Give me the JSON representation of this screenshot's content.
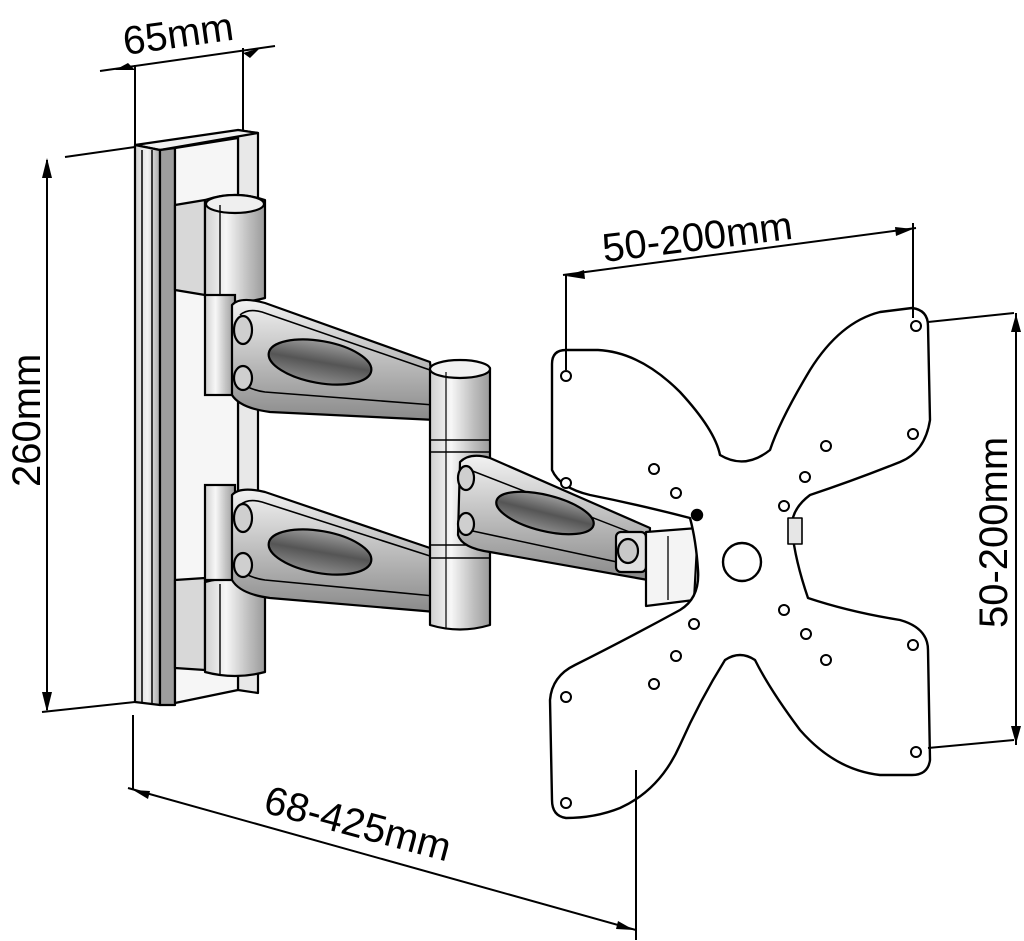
{
  "dimensions": {
    "top_width": "65mm",
    "height": "260mm",
    "plate_width": "50-200mm",
    "plate_height": "50-200mm",
    "extension": "68-425mm"
  },
  "colors": {
    "stroke": "#000000",
    "arm_fill": "#d9d9d9",
    "arm_dark": "#8c8c8c",
    "slot_fill": "#6f6f6f",
    "plate_fill": "#ffffff"
  }
}
